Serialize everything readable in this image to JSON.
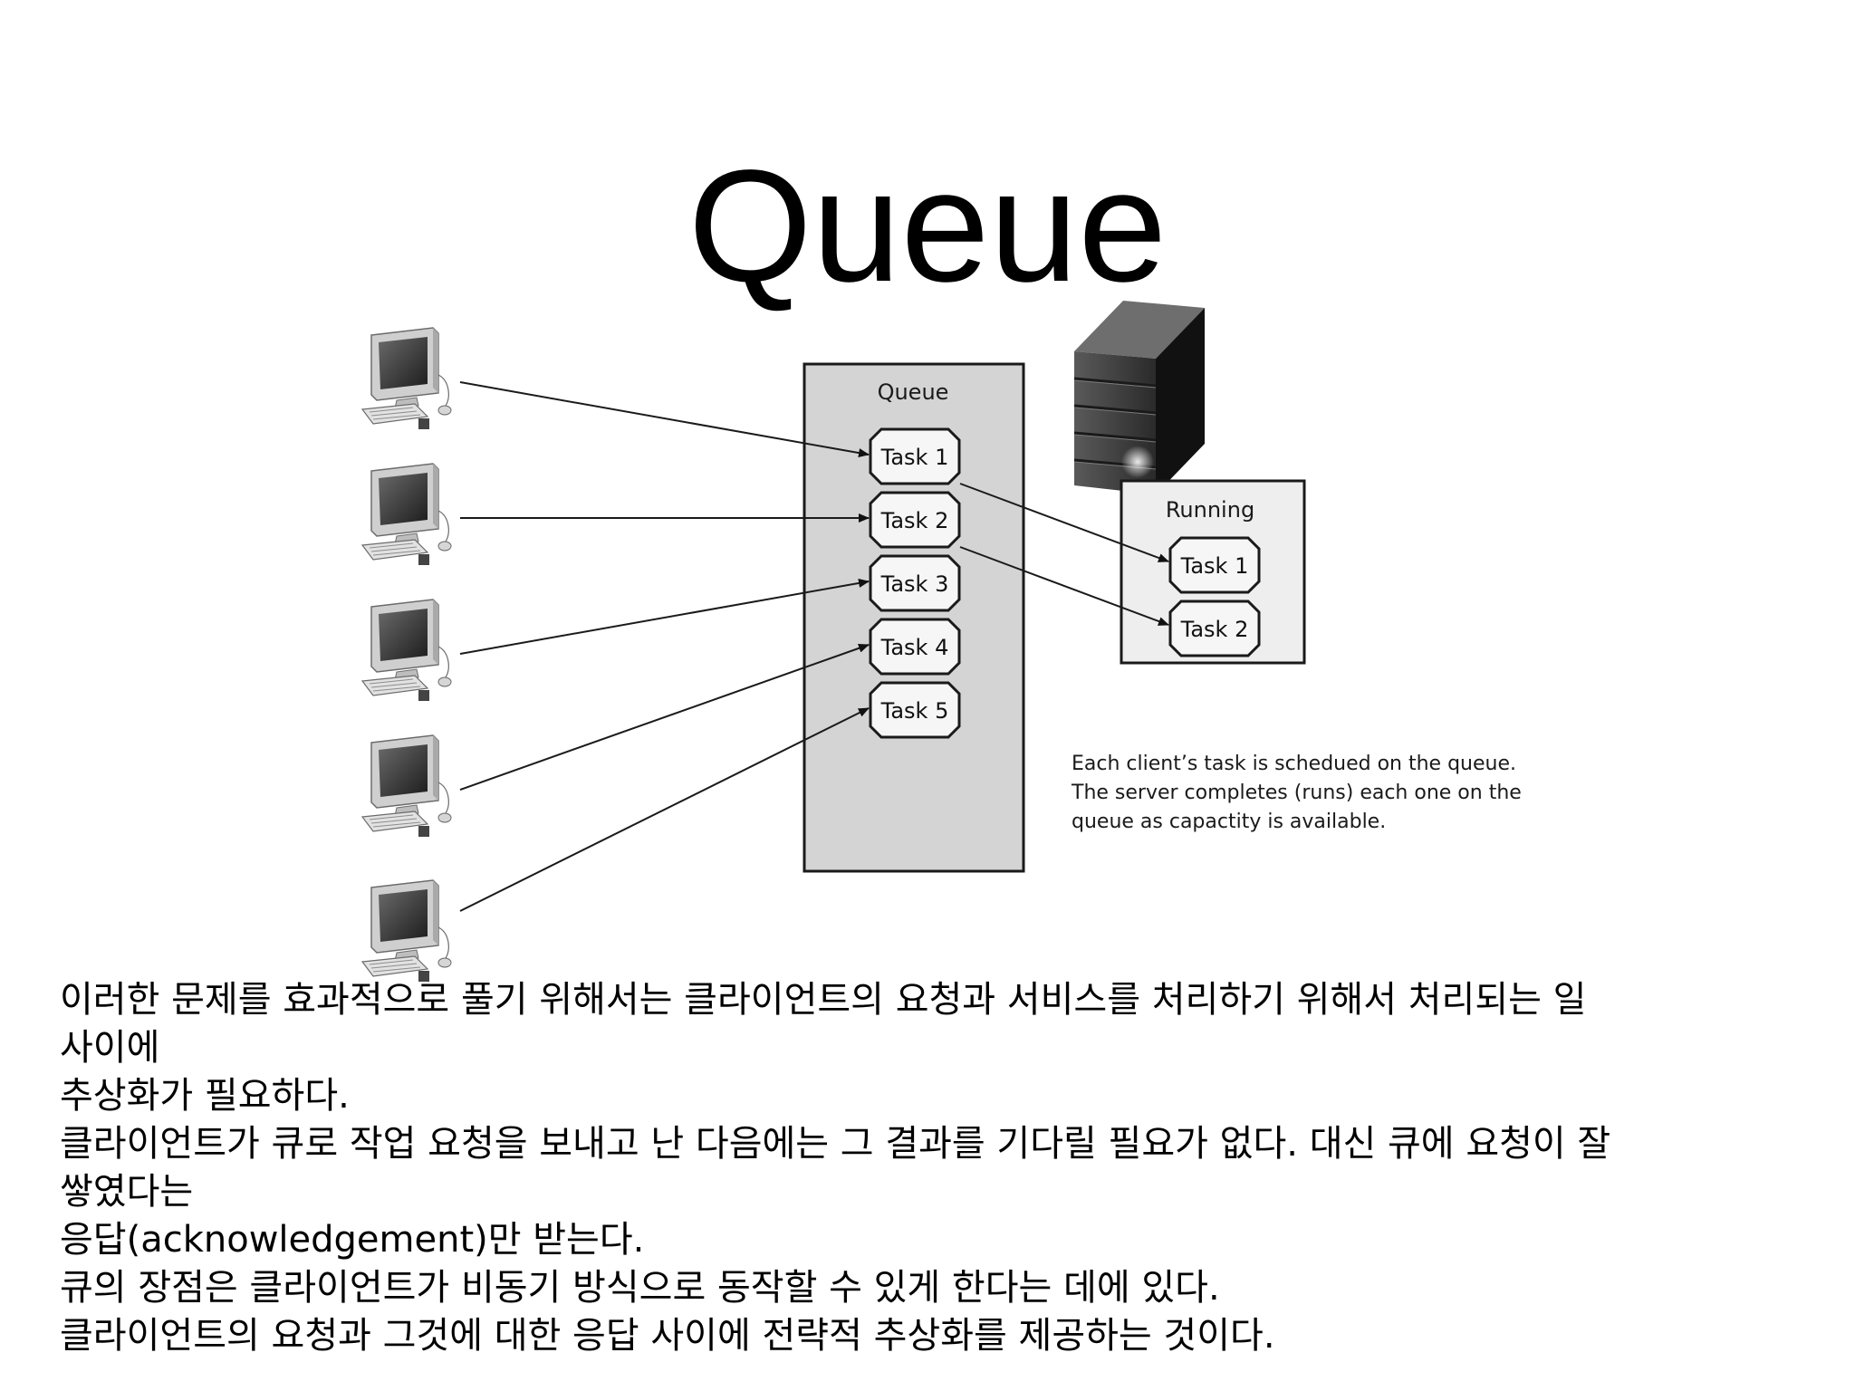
{
  "title": "Queue",
  "diagram": {
    "queue_label": "Queue",
    "queue_tasks": [
      "Task 1",
      "Task 2",
      "Task 3",
      "Task 4",
      "Task 5"
    ],
    "running_label": "Running",
    "running_tasks": [
      "Task 1",
      "Task 2"
    ],
    "caption_lines": [
      "Each client’s task is schedued on the queue.",
      "The server completes (runs) each one on the",
      "queue as capactity is available."
    ],
    "clients": [
      "computer-icon",
      "computer-icon",
      "computer-icon",
      "computer-icon",
      "computer-icon"
    ],
    "server_icon": "server-tower-icon",
    "colors": {
      "queue_fill": "#d4d4d4",
      "running_fill": "#eeeeee",
      "task_fill": "#f6f6f6",
      "line": "#1a1a1a"
    }
  },
  "body_lines": [
    "이러한 문제를 효과적으로 풀기 위해서는 클라이언트의 요청과 서비스를 처리하기 위해서 처리되는 일",
    "사이에",
    "추상화가 필요하다.",
    "클라이언트가 큐로 작업 요청을 보내고 난 다음에는 그 결과를 기다릴 필요가 없다. 대신 큐에 요청이 잘",
    "쌓였다는",
    "응답(acknowledgement)만 받는다.",
    "큐의 장점은 클라이언트가 비동기 방식으로 동작할 수 있게 한다는 데에 있다.",
    "클라이언트의 요청과 그것에 대한 응답 사이에 전략적 추상화를 제공하는 것이다."
  ]
}
